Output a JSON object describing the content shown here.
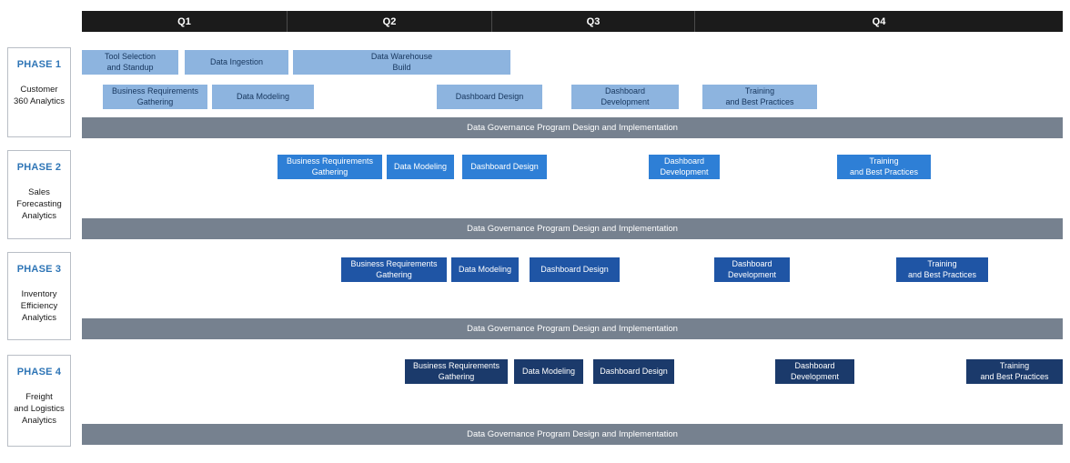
{
  "header": {
    "quarters": [
      "Q1",
      "Q2",
      "Q3",
      "Q4"
    ]
  },
  "colors": {
    "header_background": "#1b1b1b",
    "phase1_bar": "#8DB4DF",
    "phase2_bar": "#2E7FD6",
    "phase3_bar": "#1F55A5",
    "phase4_bar": "#1B3A6B",
    "governance_bar": "#76818F",
    "phase_label_text": "#2E75B6"
  },
  "phases": [
    {
      "name": "PHASE 1",
      "subtitle": "Customer\n360 Analytics",
      "governance": "Data Governance Program Design and Implementation",
      "tasks": [
        "Tool Selection\nand Standup",
        "Data Ingestion",
        "Data Warehouse\nBuild",
        "Business Requirements\nGathering",
        "Data Modeling",
        "Dashboard Design",
        "Dashboard\nDevelopment",
        "Training\nand Best Practices"
      ]
    },
    {
      "name": "PHASE 2",
      "subtitle": "Sales\nForecasting\nAnalytics",
      "governance": "Data Governance Program Design and Implementation",
      "tasks": [
        "Business Requirements\nGathering",
        "Data Modeling",
        "Dashboard Design",
        "Dashboard\nDevelopment",
        "Training\nand Best Practices"
      ]
    },
    {
      "name": "PHASE 3",
      "subtitle": "Inventory\nEfficiency\nAnalytics",
      "governance": "Data Governance Program Design and Implementation",
      "tasks": [
        "Business Requirements\nGathering",
        "Data Modeling",
        "Dashboard Design",
        "Dashboard\nDevelopment",
        "Training\nand Best Practices"
      ]
    },
    {
      "name": "PHASE 4",
      "subtitle": "Freight\nand Logistics\nAnalytics",
      "governance": "Data Governance Program Design and Implementation",
      "tasks": [
        "Business Requirements\nGathering",
        "Data Modeling",
        "Dashboard Design",
        "Dashboard\nDevelopment",
        "Training\nand Best Practices"
      ]
    }
  ]
}
